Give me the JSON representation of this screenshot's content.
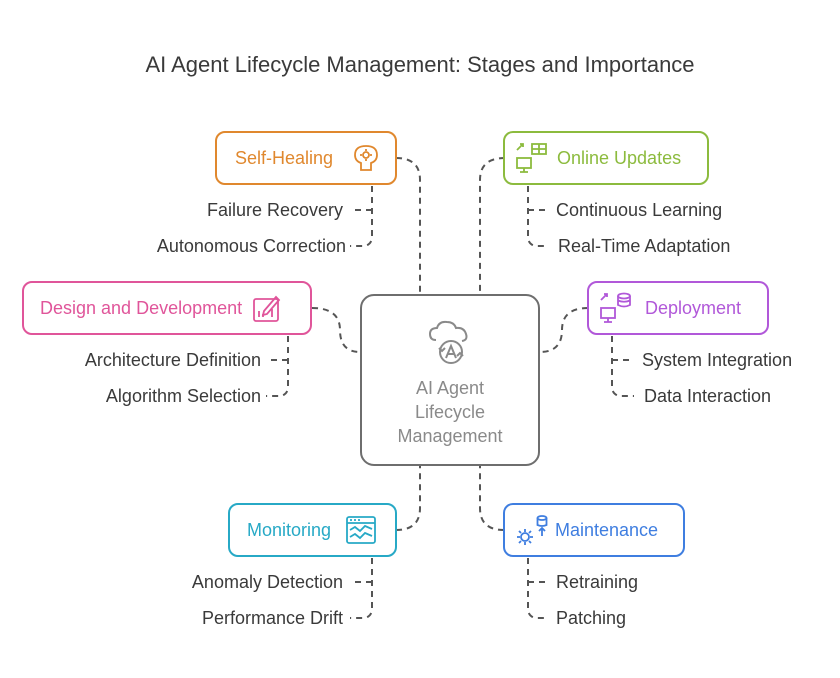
{
  "title": "AI Agent Lifecycle Management: Stages and Importance",
  "center": {
    "label_lines": [
      "AI Agent",
      "Lifecycle",
      "Management"
    ]
  },
  "stages": {
    "self_healing": {
      "label": "Self-Healing",
      "color": "#e0882e",
      "items": [
        "Failure Recovery",
        "Autonomous Correction"
      ]
    },
    "online_updates": {
      "label": "Online Updates",
      "color": "#8cbb3e",
      "items": [
        "Continuous Learning",
        "Real-Time Adaptation"
      ]
    },
    "design": {
      "label": "Design and Development",
      "color": "#e0559a",
      "items": [
        "Architecture Definition",
        "Algorithm Selection"
      ]
    },
    "deployment": {
      "label": "Deployment",
      "color": "#b158d9",
      "items": [
        "System Integration",
        "Data Interaction"
      ]
    },
    "monitoring": {
      "label": "Monitoring",
      "color": "#27a9c6",
      "items": [
        "Anomaly Detection",
        "Performance Drift"
      ]
    },
    "maintenance": {
      "label": "Maintenance",
      "color": "#3f7ee0",
      "items": [
        "Retraining",
        "Patching"
      ]
    }
  }
}
